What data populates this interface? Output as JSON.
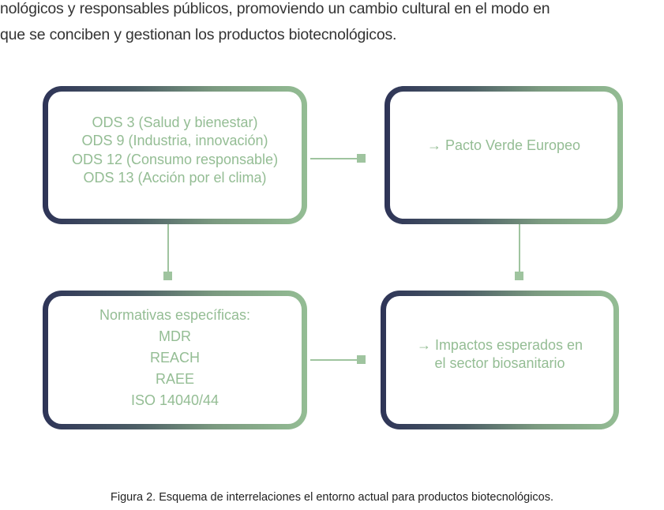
{
  "intro_text": {
    "lines": [
      "nológicos y responsables públicos, promoviendo un cambio cultural en el modo en",
      "que se conciben y gestionan los productos biotecnológicos."
    ]
  },
  "diagram": {
    "colors": {
      "border_start": "#2e3457",
      "border_end": "#94bd94",
      "text": "#94bd94",
      "connector": "#9fc49f"
    },
    "nodes": [
      {
        "id": "ods",
        "lines": [
          "ODS 3 (Salud y bienestar)",
          "ODS 9 (Industria, innovación)",
          "ODS 12 (Consumo responsable)",
          "ODS 13 (Acción por el clima)"
        ]
      },
      {
        "id": "pacto-verde",
        "lines": [
          "→ Pacto Verde Europeo"
        ]
      },
      {
        "id": "normativas",
        "lines": [
          "Normativas específicas:",
          "MDR",
          "REACH",
          "RAEE",
          "ISO 14040/44"
        ]
      },
      {
        "id": "impactos",
        "lines": [
          "→ Impactos esperados en",
          "el sector biosanitario"
        ]
      }
    ],
    "edges": [
      {
        "from": "ods",
        "to": "pacto-verde"
      },
      {
        "from": "ods",
        "to": "normativas"
      },
      {
        "from": "pacto-verde",
        "to": "impactos"
      },
      {
        "from": "normativas",
        "to": "impactos"
      }
    ]
  },
  "caption": "Figura 2. Esquema de interrelaciones el entorno actual para productos biotecnológicos."
}
